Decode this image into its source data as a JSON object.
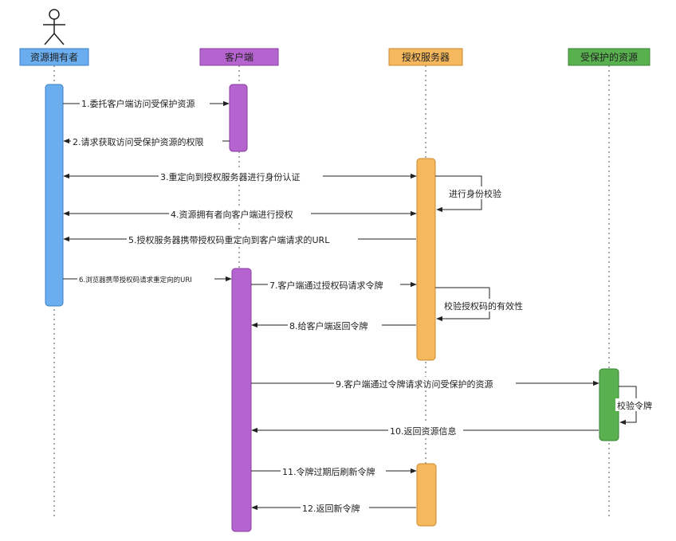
{
  "participants": [
    {
      "id": "owner",
      "label": "资源拥有者",
      "fill": "#6aaef0",
      "stroke": "#3f7fc4",
      "actor": true
    },
    {
      "id": "client",
      "label": "客户端",
      "fill": "#b563cf",
      "stroke": "#8a3ea3"
    },
    {
      "id": "authserver",
      "label": "授权服务器",
      "fill": "#f6b85c",
      "stroke": "#c98a2f"
    },
    {
      "id": "resource",
      "label": "受保护的资源",
      "fill": "#58b04f",
      "stroke": "#3a8134"
    }
  ],
  "messages": [
    {
      "text": "1.委托客户端访问受保护资源"
    },
    {
      "text": "2.请求获取访问受保护资源的权限"
    },
    {
      "text": "3.重定向到授权服务器进行身份认证"
    },
    {
      "text": "4.资源拥有者向客户端进行授权"
    },
    {
      "text": "5.授权服务器携带授权码重定向到客户端请求的URL"
    },
    {
      "text": "6.浏览器携带授权码请求重定向的URI"
    },
    {
      "text": "7.客户端通过授权码请求令牌"
    },
    {
      "text": "8.给客户端返回令牌"
    },
    {
      "text": "9.客户端通过令牌请求访问受保护的资源"
    },
    {
      "text": "10.返回资源信息"
    },
    {
      "text": "11.令牌过期后刷新令牌"
    },
    {
      "text": "12.返回新令牌"
    }
  ],
  "self_messages": [
    {
      "text": "进行身份校验"
    },
    {
      "text": "校验授权码的有效性"
    },
    {
      "text": "校验令牌"
    }
  ]
}
